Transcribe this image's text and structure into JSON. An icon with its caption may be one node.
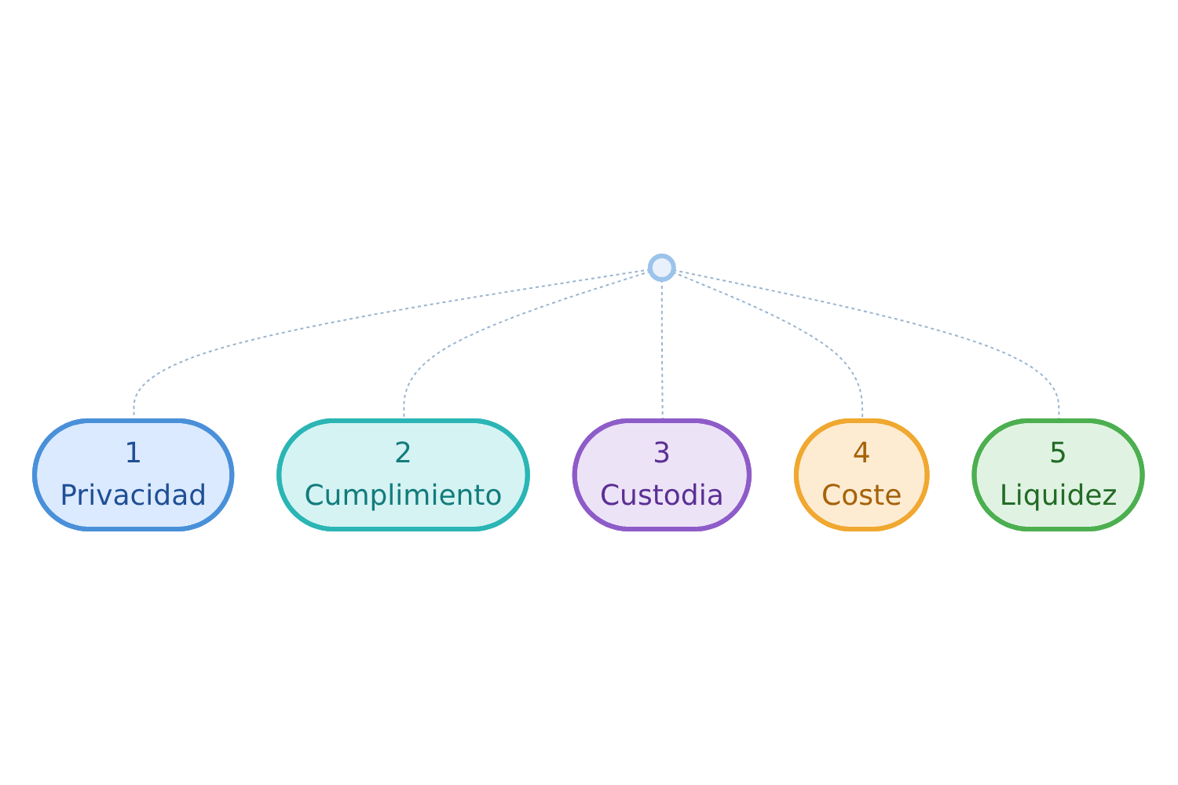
{
  "diagram": {
    "nodes": [
      {
        "text": [],
        "shape": "circle"
      },
      {
        "text": [
          "1",
          "Privacidad"
        ]
      },
      {
        "text": [
          "2",
          "Cumplimiento"
        ]
      },
      {
        "text": [
          "3",
          "Custodia"
        ]
      },
      {
        "text": [
          "4",
          "Coste"
        ]
      },
      {
        "text": [
          "5",
          "Liquidez"
        ]
      }
    ],
    "edges": [
      {
        "from": 0,
        "to": 1,
        "arrow": "none",
        "style": "dashed"
      },
      {
        "from": 0,
        "to": 2,
        "arrow": "none",
        "style": "dashed"
      },
      {
        "from": 0,
        "to": 3,
        "arrow": "none",
        "style": "dashed"
      },
      {
        "from": 0,
        "to": 4,
        "arrow": "none",
        "style": "dashed"
      },
      {
        "from": 0,
        "to": 5,
        "arrow": "none",
        "style": "dashed"
      }
    ]
  }
}
